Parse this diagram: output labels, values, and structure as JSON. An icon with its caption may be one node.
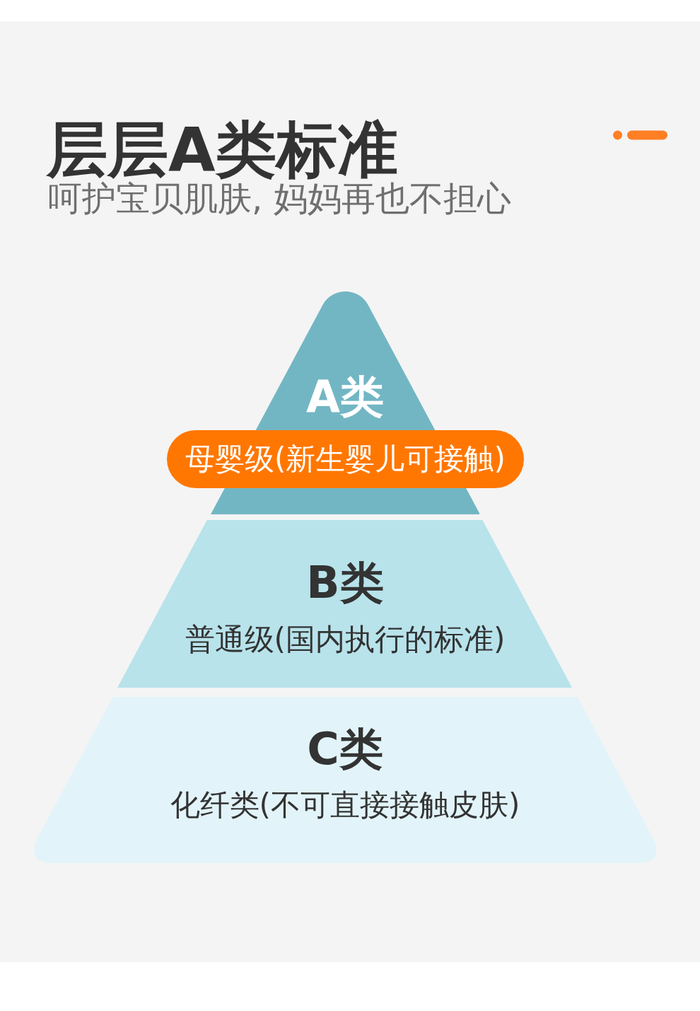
{
  "diagram": {
    "title": "层层A类标准",
    "nodes": [
      {
        "text": [
          "A类"
        ]
      },
      {
        "text": [
          "母婴级(新生婴儿可接触)"
        ]
      },
      {
        "text": [
          "B类",
          "普通级(国内执行的标准)"
        ]
      },
      {
        "text": [
          "C类",
          "化纤类(不可直接接触皮肤)"
        ]
      }
    ],
    "labels": [
      "呵护宝贝肌肤, 妈妈再也不担心"
    ]
  }
}
